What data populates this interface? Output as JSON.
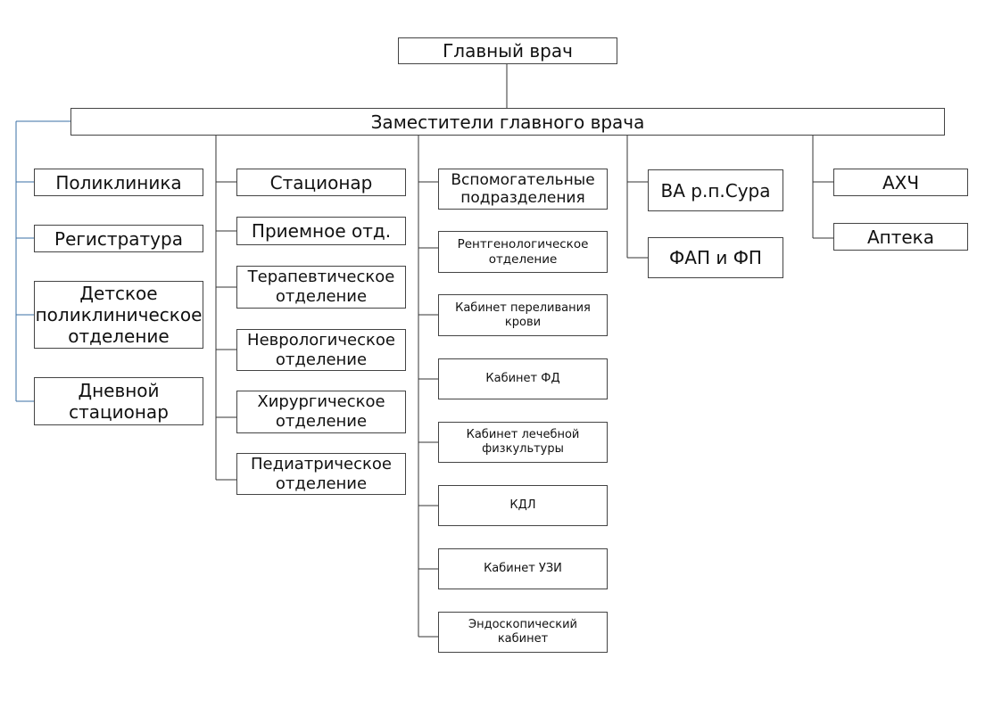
{
  "diagram": {
    "root": "Главный врач",
    "deputies": "Заместители главного врача",
    "column1": [
      "Поликлиника",
      "Регистратура",
      [
        "Детское",
        "поликлиническое",
        "отделение"
      ],
      [
        "Дневной",
        "стационар"
      ]
    ],
    "column2": [
      "Стационар",
      "Приемное отд.",
      [
        "Терапевтическое",
        "отделение"
      ],
      [
        "Неврологическое",
        "отделение"
      ],
      [
        "Хирургическое",
        "отделение"
      ],
      [
        "Педиатрическое",
        "отделение"
      ]
    ],
    "column3": [
      [
        "Вспомогательные",
        "подразделения"
      ],
      [
        "Рентгенологическое",
        "отделение"
      ],
      [
        "Кабинет переливания",
        "крови"
      ],
      "Кабинет ФД",
      [
        "Кабинет лечебной",
        "физкультуры"
      ],
      "КДЛ",
      "Кабинет УЗИ",
      [
        "Эндоскопический",
        "кабинет"
      ]
    ],
    "column4": [
      "ВА р.п.Сура",
      "ФАП и ФП"
    ],
    "column5": [
      "АХЧ",
      "Аптека"
    ]
  },
  "colors": {
    "box_border": "#444444",
    "line": "#333333",
    "accent_line": "#3a6fa5"
  }
}
